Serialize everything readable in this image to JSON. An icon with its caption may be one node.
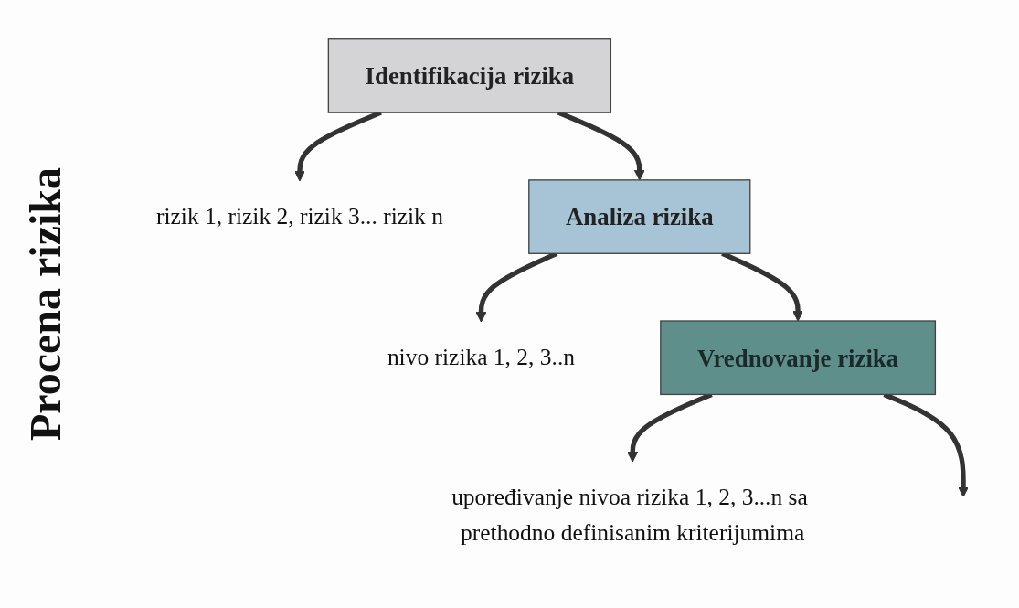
{
  "diagram": {
    "title": "Procena rizika",
    "nodes": [
      {
        "text": [
          "Identifikacija rizika"
        ]
      },
      {
        "text": [
          "rizik 1, rizik 2, rizik 3... rizik n"
        ]
      },
      {
        "text": [
          "Analiza rizika"
        ]
      },
      {
        "text": [
          "nivo rizika 1, 2, 3..n"
        ]
      },
      {
        "text": [
          "Vrednovanje rizika"
        ]
      },
      {
        "text": [
          "upoređivanje nivoa rizika 1, 2, 3...n sa prethodno definisanim kriterijumima"
        ]
      }
    ],
    "edges": [
      {
        "from": 0,
        "to": 1,
        "arrow": "to"
      },
      {
        "from": 0,
        "to": 2,
        "arrow": "to"
      },
      {
        "from": 2,
        "to": 3,
        "arrow": "to"
      },
      {
        "from": 2,
        "to": 4,
        "arrow": "to"
      },
      {
        "from": 4,
        "to": 5,
        "arrow": "to"
      },
      {
        "from": 4,
        "to": null,
        "arrow": "to"
      }
    ]
  }
}
